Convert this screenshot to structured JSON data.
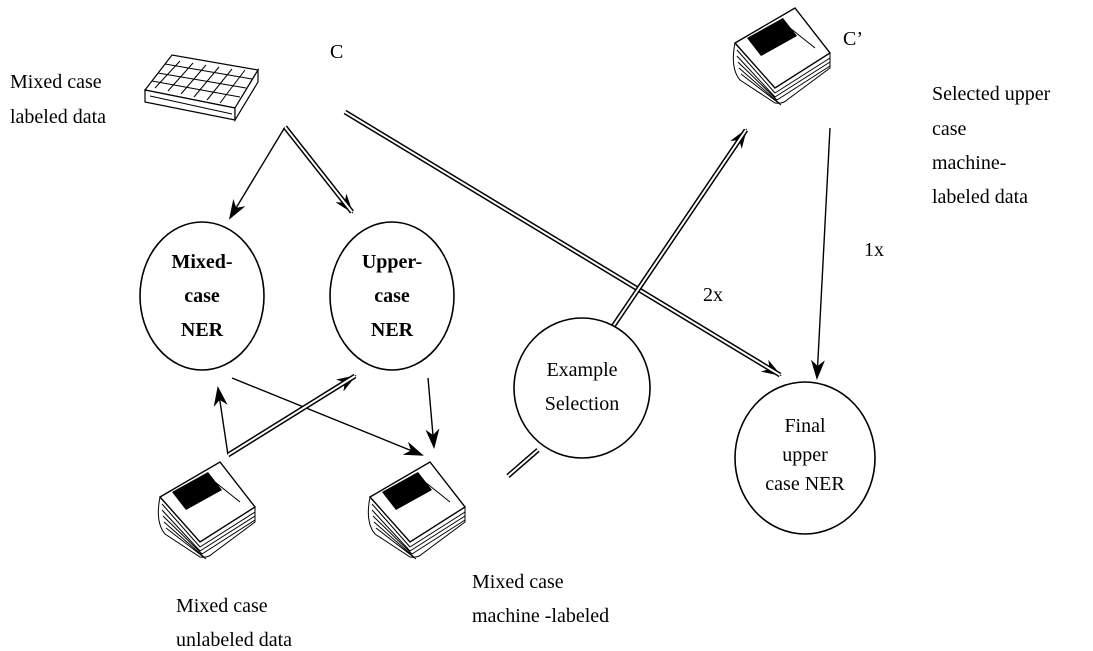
{
  "labels": {
    "mixed_labeled": [
      "Mixed case",
      "labeled data"
    ],
    "c": "C",
    "c_prime": "C’",
    "selected": [
      "Selected upper",
      "case",
      "machine-",
      "labeled data"
    ],
    "one_x": "1x",
    "two_x": "2x",
    "mixed_unlabeled": [
      "Mixed case",
      "unlabeled data"
    ],
    "mixed_machine": [
      "Mixed case",
      "machine -labeled"
    ]
  },
  "nodes": {
    "mixed_ner": [
      "Mixed-",
      "case",
      "NER"
    ],
    "upper_ner": [
      "Upper-",
      "case",
      "NER"
    ],
    "example_selection": [
      "Example",
      "Selection"
    ],
    "final_ner": [
      "Final",
      "upper",
      "case NER"
    ]
  }
}
